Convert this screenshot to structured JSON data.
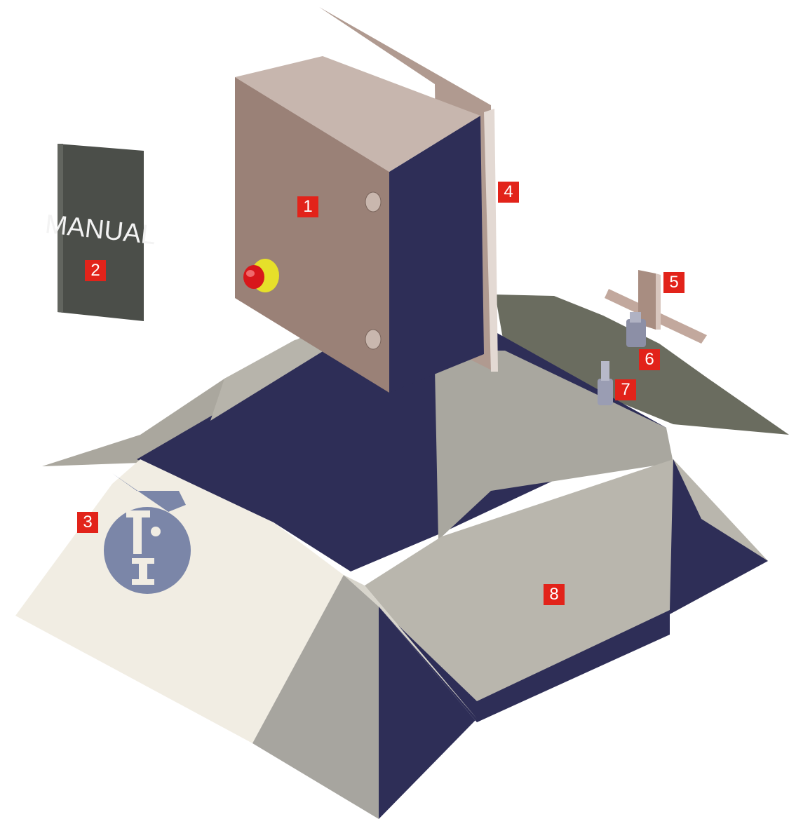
{
  "manual": {
    "cover_text": "MANUAL"
  },
  "callouts": [
    {
      "id": "c1",
      "label": "1"
    },
    {
      "id": "c2",
      "label": "2"
    },
    {
      "id": "c3",
      "label": "3"
    },
    {
      "id": "c4",
      "label": "4"
    },
    {
      "id": "c5",
      "label": "5"
    },
    {
      "id": "c6",
      "label": "6"
    },
    {
      "id": "c7",
      "label": "7"
    },
    {
      "id": "c8",
      "label": "8"
    }
  ],
  "colors": {
    "callout": "#e2231a",
    "box_inside": "#2e2e57",
    "box_flap": "#b9b6ad",
    "box_front_logo_panel": "#f1ede3",
    "enclosure": "#9a8177",
    "manual": "#4b4e49",
    "logo": "#7b86a8",
    "estop_red": "#d8171b",
    "estop_yellow": "#e6e02a"
  },
  "icons": {
    "callout_1": "enclosure-icon",
    "callout_2": "manual-icon",
    "callout_3": "logo-icon",
    "callout_4": "mounting-bracket-icon",
    "callout_5": "bracket-assembly-icon",
    "callout_6": "fitting-icon",
    "callout_7": "fitting-icon",
    "callout_8": "box-icon"
  }
}
